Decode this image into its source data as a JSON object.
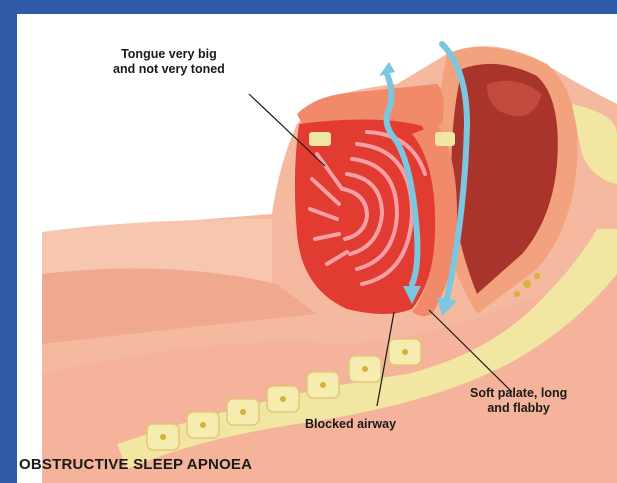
{
  "labels": {
    "tongue_line1": "Tongue very big",
    "tongue_line2": "and not very toned",
    "blocked_airway": "Blocked airway",
    "soft_palate_line1": "Soft palate, long",
    "soft_palate_line2": "and flabby"
  },
  "caption": "OBSTRUCTIVE SLEEP APNOEA",
  "colors": {
    "border": "#2f5aa6",
    "skin": "#f5b9a0",
    "tongue": "#e23b32",
    "muscle_stripes": "#f6a0a6",
    "cavity": "#a8342c",
    "bone": "#f1e6a2",
    "airflow_arrow": "#7cc6e0"
  }
}
